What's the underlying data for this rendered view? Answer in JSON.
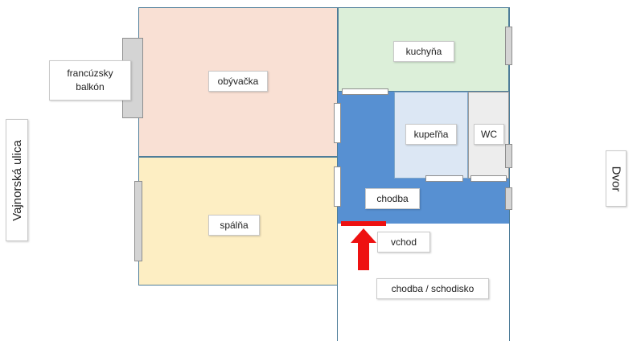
{
  "rooms": {
    "obyvacka": "obývačka",
    "spalna": "spálňa",
    "kuchyna": "kuchyňa",
    "kupelna": "kupeľňa",
    "wc": "WC",
    "chodba": "chodba",
    "vchod": "vchod",
    "chodba_schodisko": "chodba / schodisko",
    "francuzsky_balkon": "francúzsky\nbalkón"
  },
  "streets": {
    "left": "Vajnorská ulica",
    "right": "Dvor"
  },
  "colors": {
    "obyvacka": "#f9e0d4",
    "spalna": "#fdeec3",
    "kuchyna": "#dcefd9",
    "kupelna": "#dce7f4",
    "wc": "#ededed",
    "chodba": "#5790d2",
    "entrance_arrow": "#ee1111",
    "walls": "#4e7d99"
  },
  "icons": [
    "entrance-arrow-icon"
  ]
}
